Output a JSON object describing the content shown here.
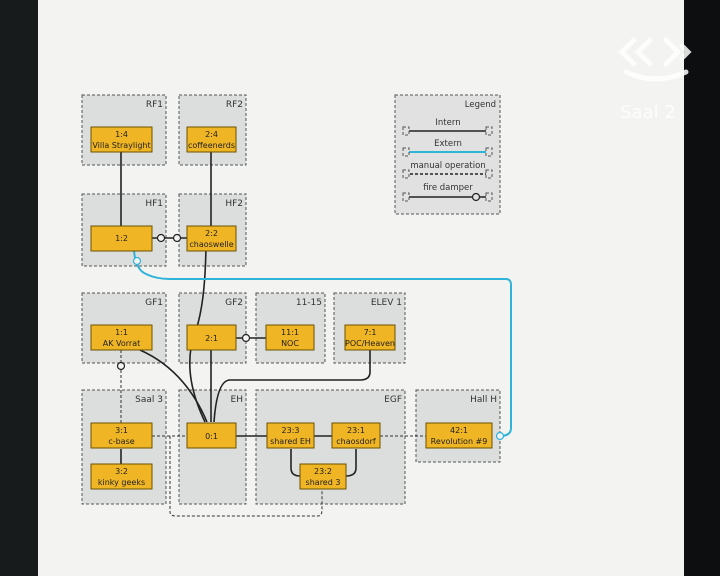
{
  "overlay": {
    "room_label": "Saal 2"
  },
  "legend": {
    "title": "Legend",
    "items": [
      {
        "label": "Intern",
        "color": "#222222"
      },
      {
        "label": "Extern",
        "color": "#2fb3d9"
      },
      {
        "label": "manual operation",
        "color": "#222222"
      },
      {
        "label": "fire damper",
        "color": "#222222"
      }
    ]
  },
  "zones": [
    {
      "id": "rf1",
      "label": "RF1"
    },
    {
      "id": "rf2",
      "label": "RF2"
    },
    {
      "id": "hf1",
      "label": "HF1"
    },
    {
      "id": "hf2",
      "label": "HF2"
    },
    {
      "id": "gf1",
      "label": "GF1"
    },
    {
      "id": "gf2",
      "label": "GF2"
    },
    {
      "id": "z1115",
      "label": "11-15"
    },
    {
      "id": "elev1",
      "label": "ELEV 1"
    },
    {
      "id": "saal3",
      "label": "Saal 3"
    },
    {
      "id": "eh",
      "label": "EH"
    },
    {
      "id": "egf",
      "label": "EGF"
    },
    {
      "id": "hallh",
      "label": "Hall H"
    }
  ],
  "nodes": [
    {
      "id": "n14",
      "line1": "1:4",
      "line2": "Villa Straylight"
    },
    {
      "id": "n24",
      "line1": "2:4",
      "line2": "coffeenerds"
    },
    {
      "id": "n12",
      "line1": "1:2",
      "line2": ""
    },
    {
      "id": "n22",
      "line1": "2:2",
      "line2": "chaoswelle"
    },
    {
      "id": "n11",
      "line1": "1:1",
      "line2": "AK Vorrat"
    },
    {
      "id": "n21",
      "line1": "2:1",
      "line2": ""
    },
    {
      "id": "n111",
      "line1": "11:1",
      "line2": "NOC"
    },
    {
      "id": "n71",
      "line1": "7:1",
      "line2": "POC/Heaven"
    },
    {
      "id": "n31",
      "line1": "3:1",
      "line2": "c-base"
    },
    {
      "id": "n32",
      "line1": "3:2",
      "line2": "kinky geeks"
    },
    {
      "id": "n01",
      "line1": "0:1",
      "line2": ""
    },
    {
      "id": "n233",
      "line1": "23:3",
      "line2": "shared EH"
    },
    {
      "id": "n231",
      "line1": "23:1",
      "line2": "chaosdorf"
    },
    {
      "id": "n232",
      "line1": "23:2",
      "line2": "shared 3"
    },
    {
      "id": "n421",
      "line1": "42:1",
      "line2": "Revolution #9"
    }
  ]
}
